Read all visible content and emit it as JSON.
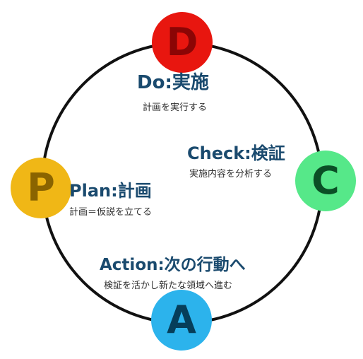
{
  "cycle": {
    "do": {
      "letter": "D",
      "title": "Do:実施",
      "description": "計画を実行する",
      "color": "#e8160f"
    },
    "check": {
      "letter": "C",
      "title": "Check:検証",
      "description": "実施内容を分析する",
      "color": "#56e889"
    },
    "plan": {
      "letter": "P",
      "title": "Plan:計画",
      "description": "計画＝仮説を立てる",
      "color": "#f0b716"
    },
    "action": {
      "letter": "A",
      "title": "Action:次の行動へ",
      "description": "検証を活かし新たな領域へ進む",
      "color": "#2cb3ec"
    }
  }
}
